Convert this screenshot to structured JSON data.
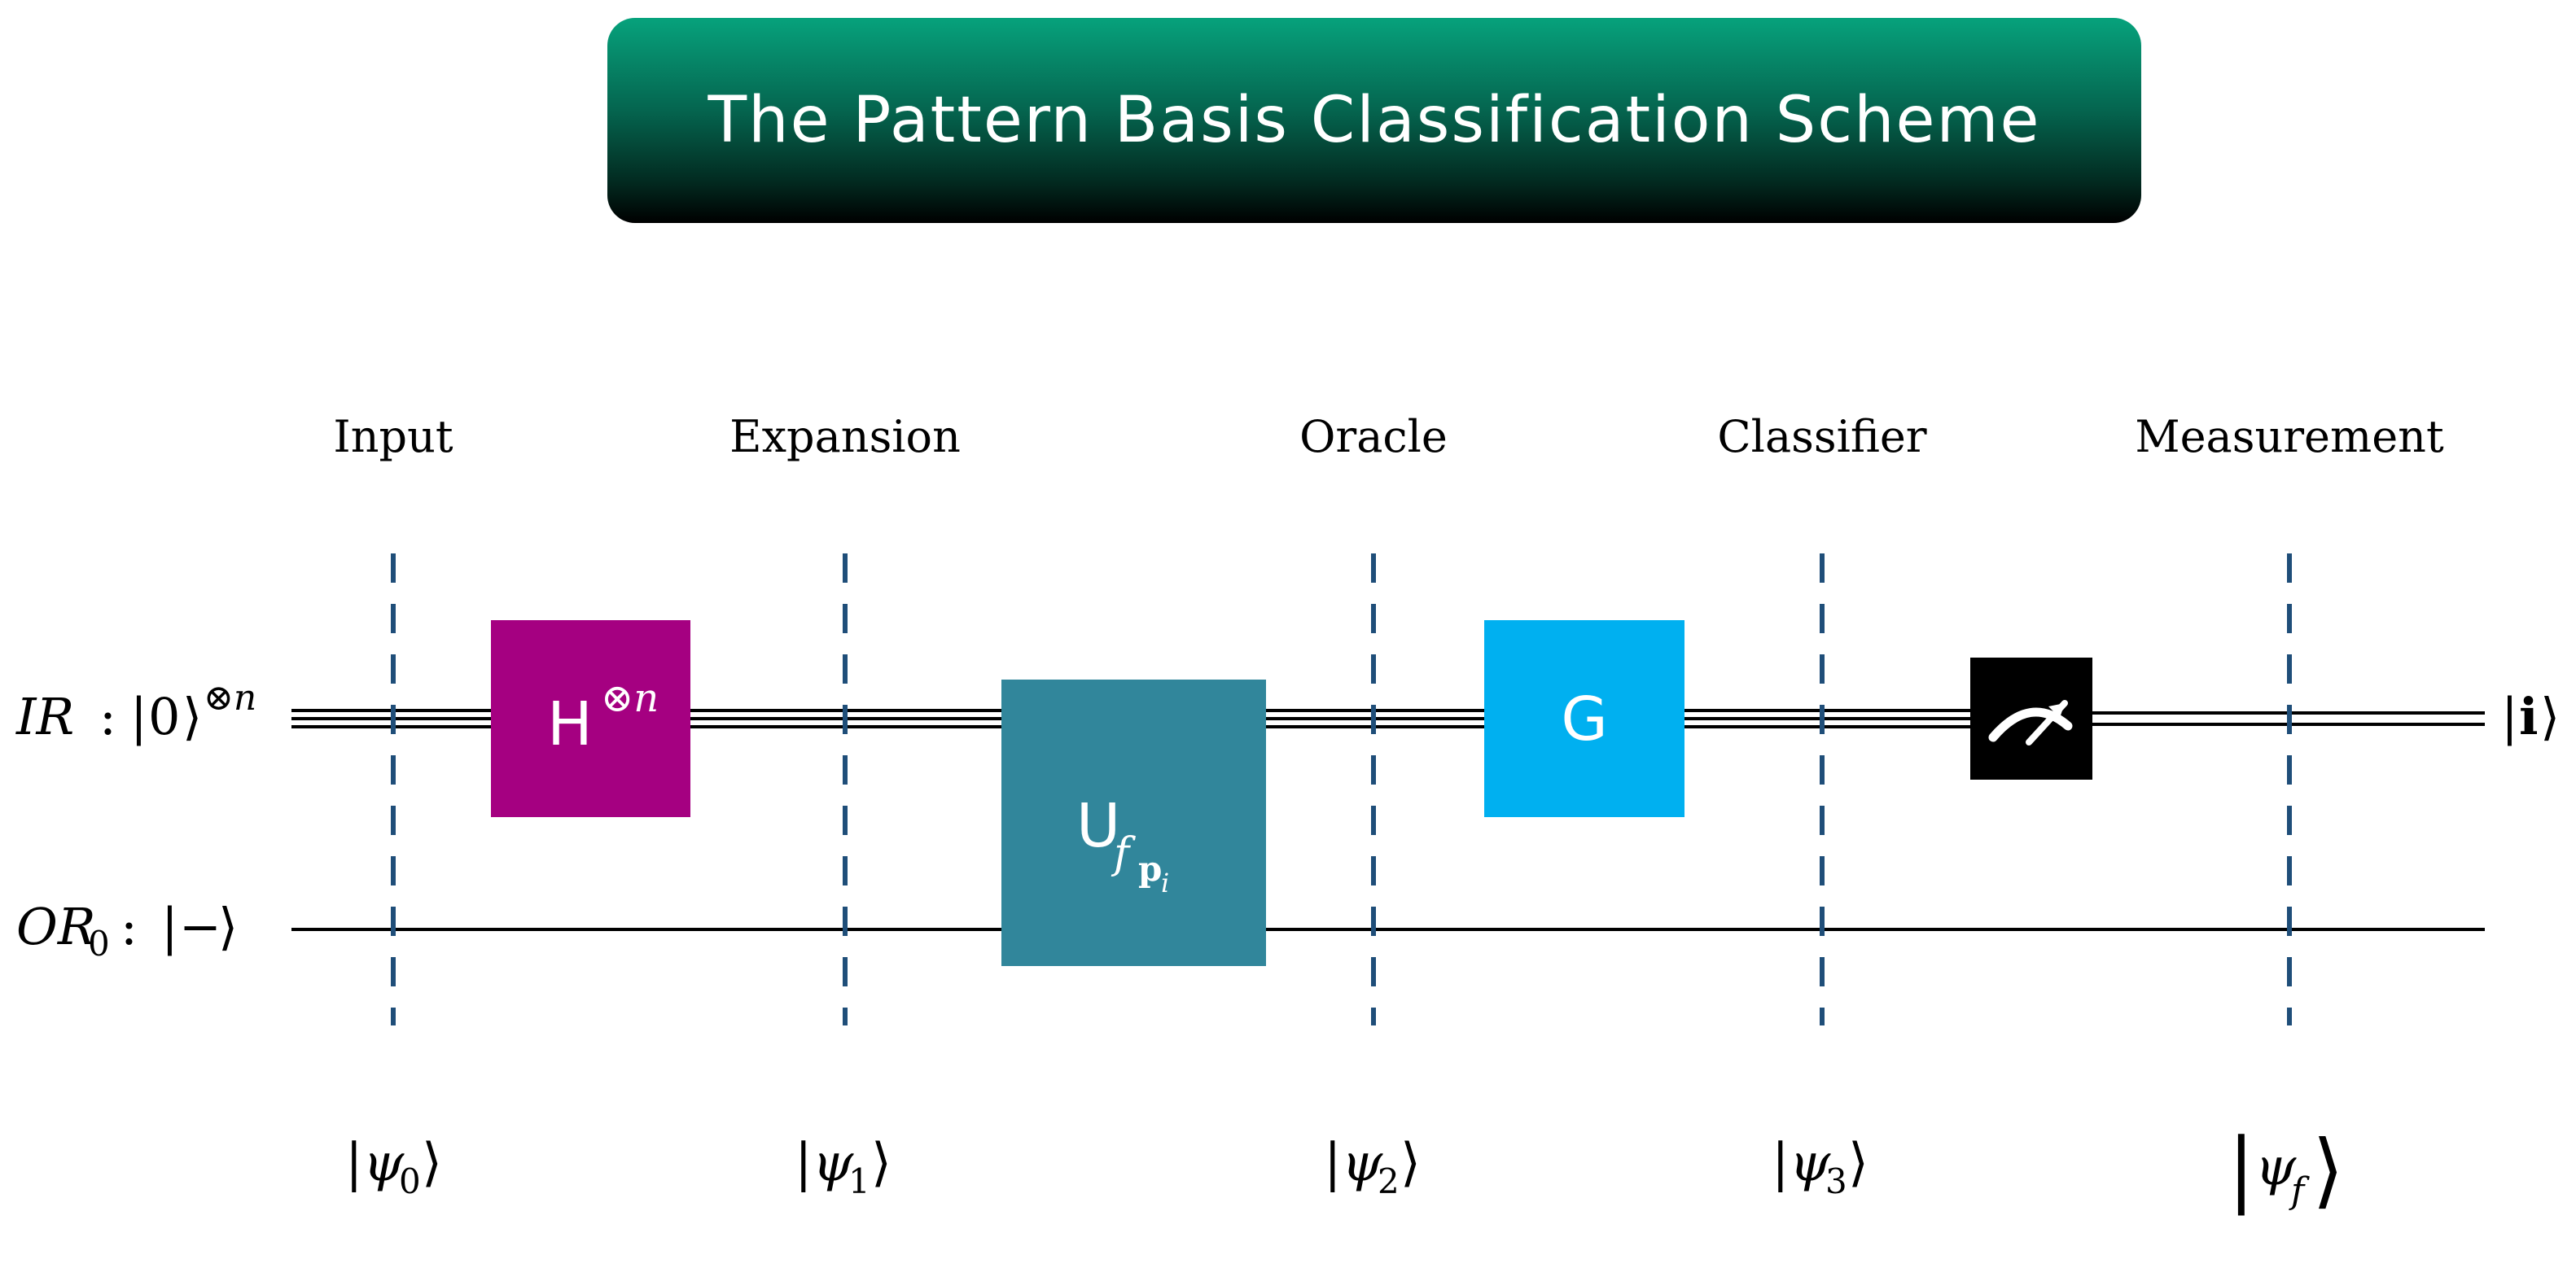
{
  "title": "The Pattern Basis Classification Scheme",
  "stages": [
    {
      "label": "Input",
      "state": "ψ",
      "sub": "0"
    },
    {
      "label": "Expansion",
      "state": "ψ",
      "sub": "1"
    },
    {
      "label": "Oracle",
      "state": "ψ",
      "sub": "2"
    },
    {
      "label": "Classifier",
      "state": "ψ",
      "sub": "3"
    },
    {
      "label": "Measurement",
      "state": "ψ",
      "sub": "f"
    }
  ],
  "registers": {
    "ir": {
      "name": "IR",
      "ket": "0",
      "power": "⊗n"
    },
    "or": {
      "name": "OR",
      "sub": "0",
      "ket": "−"
    }
  },
  "output_ket": "i",
  "gates": {
    "hadamard": {
      "label": "H",
      "power": "⊗n",
      "color": "#a50081"
    },
    "oracle": {
      "label": "U",
      "sub_f": "f",
      "sub_p": "p",
      "sub_i": "i",
      "color": "#31869b"
    },
    "grover": {
      "label": "G",
      "color": "#00b0f0"
    },
    "measure": {
      "icon": "meter-icon",
      "color": "#000000"
    }
  },
  "colors": {
    "divider": "#1f4e79",
    "wire": "#000000"
  }
}
